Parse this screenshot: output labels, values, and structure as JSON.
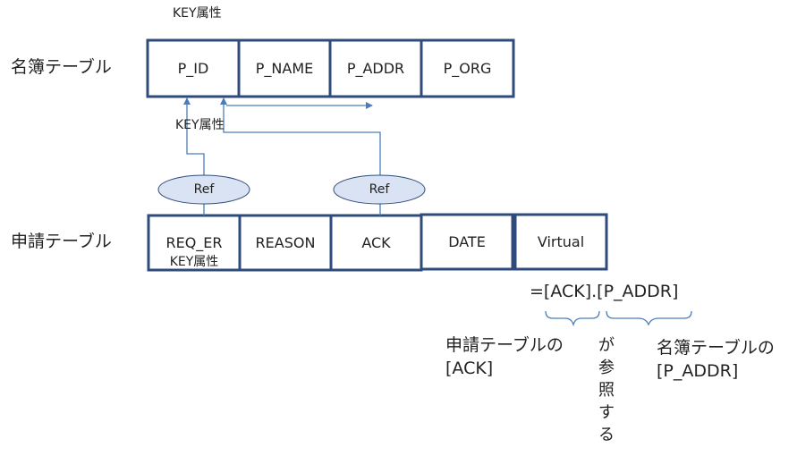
{
  "colors": {
    "box_border": "#2f4b7c",
    "arrow": "#4a7ebb",
    "ellipse_fill": "#dae3f3",
    "ellipse_stroke": "#2f4b7c",
    "text": "#222222"
  },
  "tables": {
    "meibo": {
      "name": "名簿テーブル",
      "key_label": "KEY属性",
      "fields": [
        "P_ID",
        "P_NAME",
        "P_ADDR",
        "P_ORG"
      ]
    },
    "shinsei": {
      "name": "申請テーブル",
      "fields": [
        "REQ_ER",
        "REASON",
        "ACK",
        "DATE",
        "Virtual"
      ],
      "key_label": "KEY属性"
    }
  },
  "ref_labels": [
    "Ref",
    "Ref"
  ],
  "ref_key_label": "KEY属性",
  "formula": "=[ACK].[P_ADDR]",
  "annotations": {
    "left_line1": "申請テーブルの",
    "left_line2": "[ACK]",
    "middle_vertical": "が参照する",
    "right_line1": "名簿テーブルの",
    "right_line2": "[P_ADDR]"
  }
}
